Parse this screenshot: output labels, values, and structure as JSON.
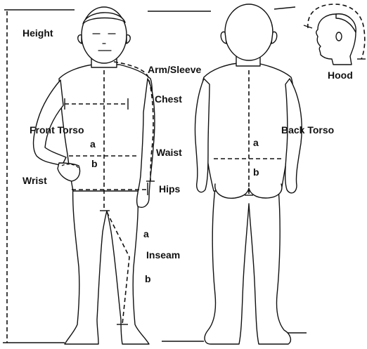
{
  "labels": {
    "height": "Height",
    "arm_sleeve": "Arm/Sleeve",
    "chest": "Chest",
    "front_torso": "Front Torso",
    "front_torso_a": "a",
    "front_torso_b": "b",
    "waist": "Waist",
    "wrist": "Wrist",
    "hips": "Hips",
    "inseam": "Inseam",
    "inseam_a": "a",
    "inseam_b": "b",
    "back_torso": "Back Torso",
    "back_torso_a": "a",
    "back_torso_b": "b",
    "hood": "Hood"
  }
}
